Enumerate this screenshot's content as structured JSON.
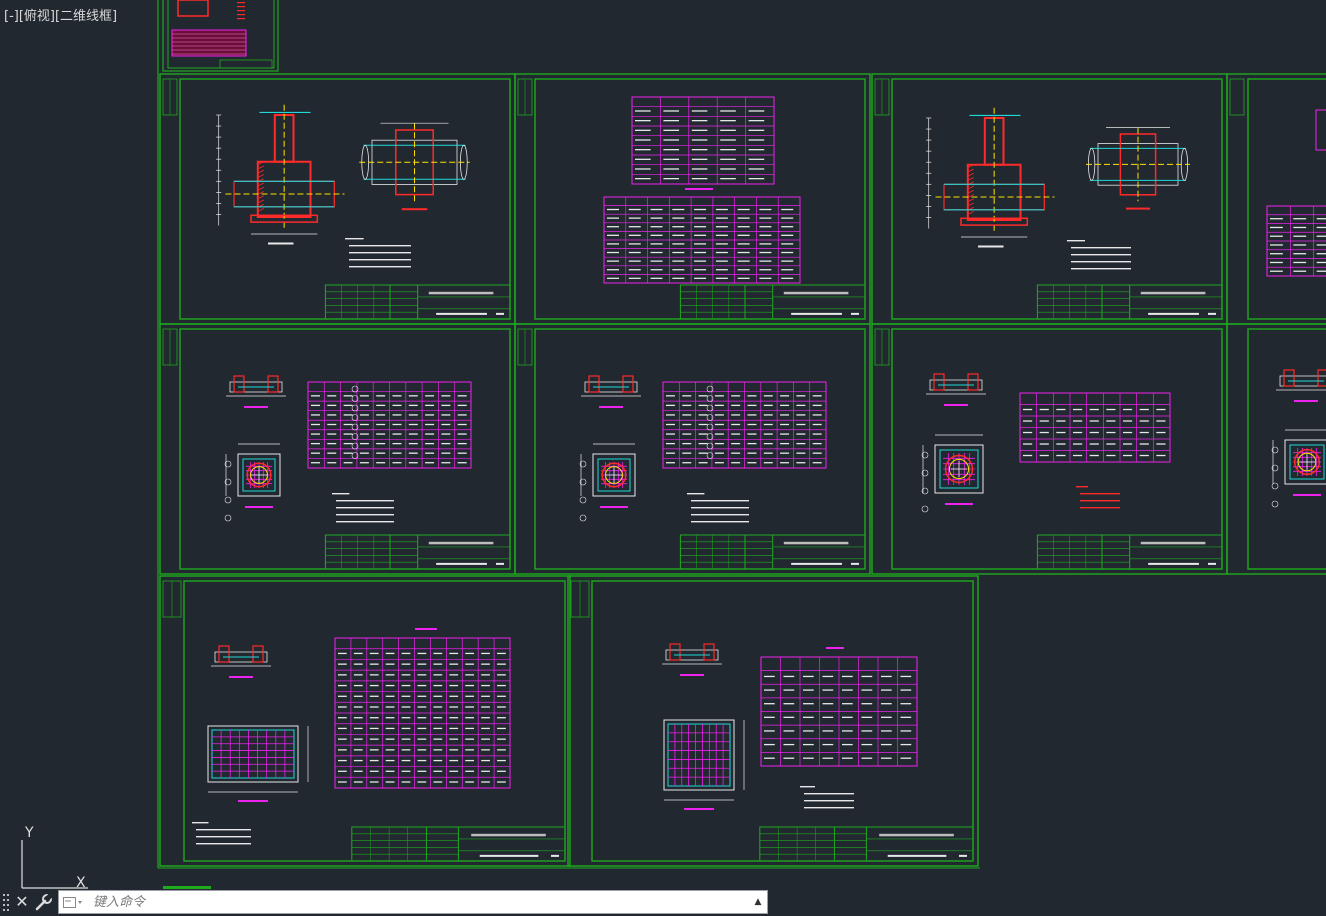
{
  "viewport": {
    "label": "[-][俯视][二维线框]"
  },
  "ucs": {
    "y_label": "Y",
    "x_label": "X"
  },
  "command_line": {
    "placeholder": "键入命令",
    "close_glyph": "✕",
    "history_arrow": "▲"
  },
  "colors": {
    "background": "#212830",
    "frame": "#1faa1f",
    "red": "#ff2a2a",
    "magenta": "#ee22ee",
    "cyan": "#21d7d7",
    "yellow": "#ffe000",
    "white": "#e8e8e8"
  },
  "sheet_types": [
    "site",
    "section-plan",
    "tables",
    "section-plan",
    "partial-table",
    "rebar-detail",
    "rebar-detail",
    "rebar-detail",
    "partial-rebar",
    "rect-rebar",
    "rect-rebar"
  ]
}
